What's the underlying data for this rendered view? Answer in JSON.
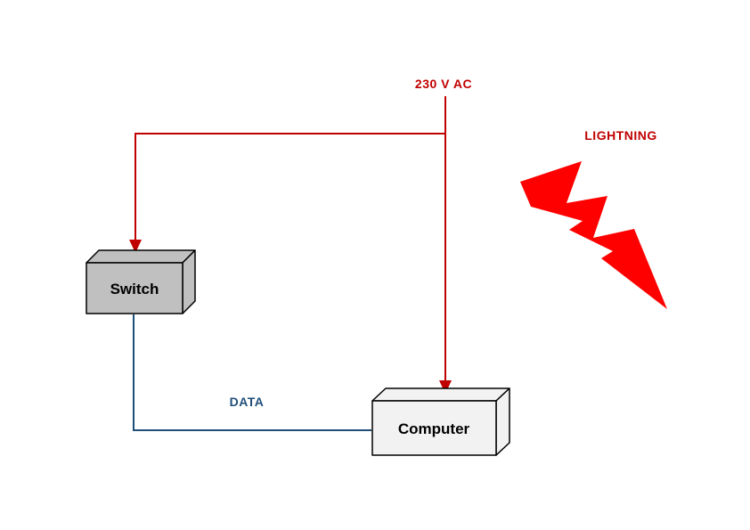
{
  "diagram": {
    "labels": {
      "power": "230 V AC",
      "lightning": "LIGHTNING",
      "data_link": "DATA"
    },
    "nodes": {
      "switch": "Switch",
      "computer": "Computer"
    },
    "colors": {
      "power": "#c00000",
      "lightning": "#ff0000",
      "data": "#1f4e79",
      "switch_fill": "#c0c0c0",
      "computer_fill": "#f2f2f2",
      "outline": "#000000",
      "background": "#ffffff"
    }
  }
}
